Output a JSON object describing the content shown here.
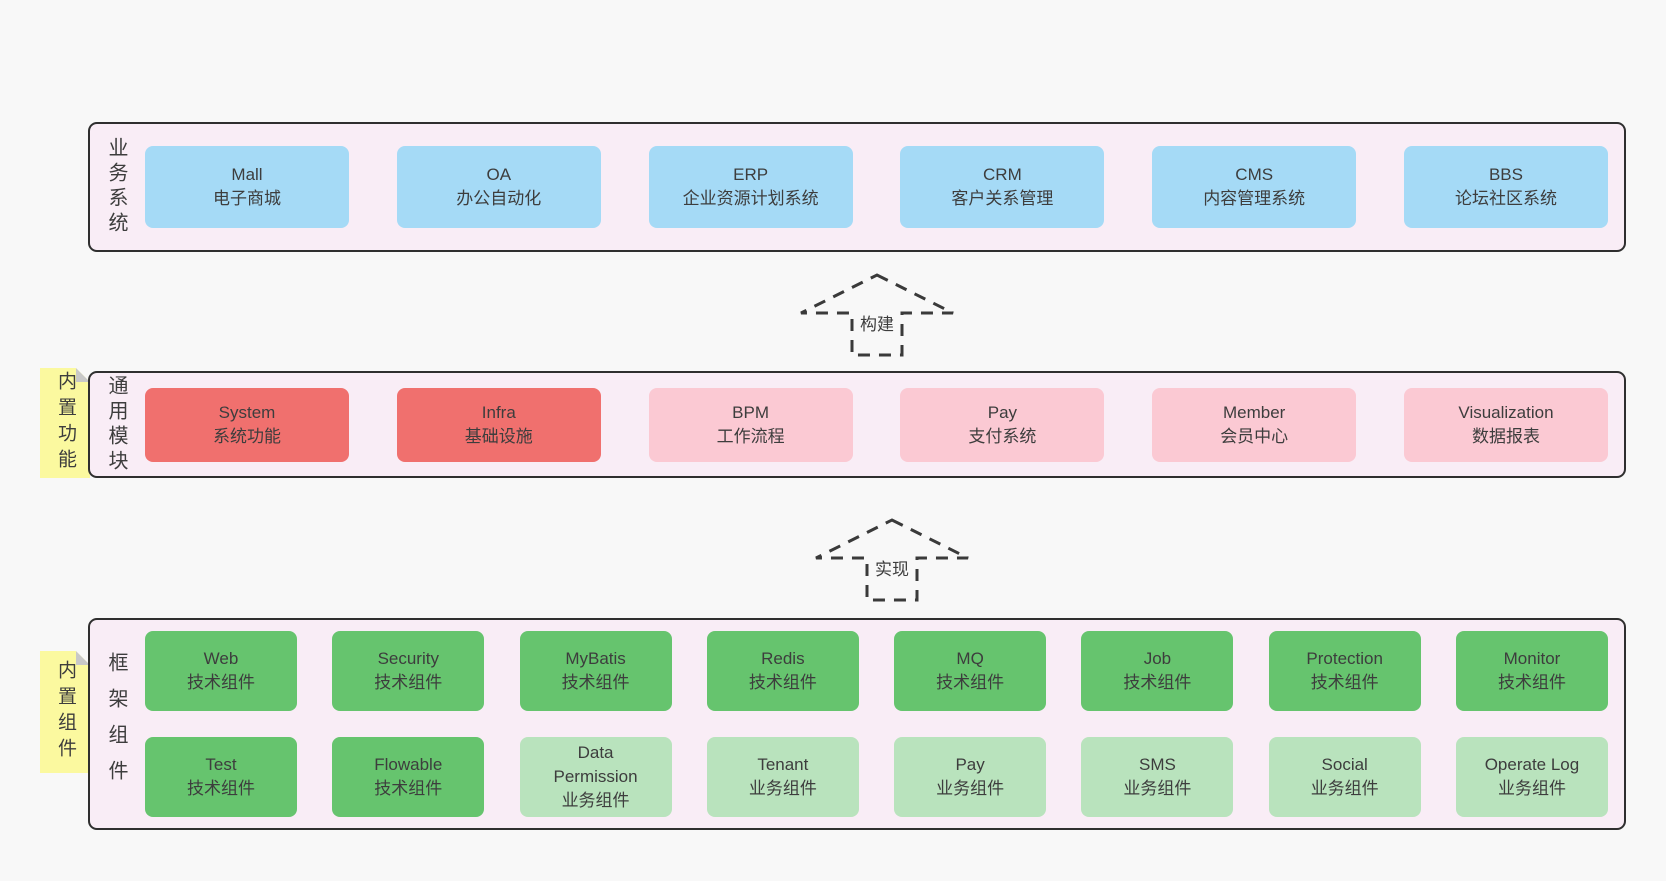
{
  "colors": {
    "page-bg": "#f8f8f8",
    "band-bg": "#f9edf6",
    "border": "#2f2f2f",
    "text": "#3d3d3d",
    "blue": "#a5daf6",
    "red": "#f0706e",
    "pink": "#fbc9d3",
    "green": "#66c46e",
    "green-light": "#b9e3bd",
    "sticky": "#fbf99f",
    "fold": "#c8c8c8"
  },
  "arrows": [
    {
      "label": "构建"
    },
    {
      "label": "实现"
    }
  ],
  "bands": [
    {
      "id": "business-systems",
      "label": "业务系统",
      "sticky": null,
      "rows": [
        [
          {
            "name": "Mall",
            "desc": "电子商城",
            "variant": "blue"
          },
          {
            "name": "OA",
            "desc": "办公自动化",
            "variant": "blue"
          },
          {
            "name": "ERP",
            "desc": "企业资源计划系统",
            "variant": "blue"
          },
          {
            "name": "CRM",
            "desc": "客户关系管理",
            "variant": "blue"
          },
          {
            "name": "CMS",
            "desc": "内容管理系统",
            "variant": "blue"
          },
          {
            "name": "BBS",
            "desc": "论坛社区系统",
            "variant": "blue"
          }
        ]
      ]
    },
    {
      "id": "common-modules",
      "label": "通用模块",
      "sticky": "内置功能",
      "rows": [
        [
          {
            "name": "System",
            "desc": "系统功能",
            "variant": "red"
          },
          {
            "name": "Infra",
            "desc": "基础设施",
            "variant": "red"
          },
          {
            "name": "BPM",
            "desc": "工作流程",
            "variant": "pink"
          },
          {
            "name": "Pay",
            "desc": "支付系统",
            "variant": "pink"
          },
          {
            "name": "Member",
            "desc": "会员中心",
            "variant": "pink"
          },
          {
            "name": "Visualization",
            "desc": "数据报表",
            "variant": "pink"
          }
        ]
      ]
    },
    {
      "id": "framework-components",
      "label": "框架组件",
      "sticky": "内置组件",
      "rows": [
        [
          {
            "name": "Web",
            "desc": "技术组件",
            "variant": "green"
          },
          {
            "name": "Security",
            "desc": "技术组件",
            "variant": "green"
          },
          {
            "name": "MyBatis",
            "desc": "技术组件",
            "variant": "green"
          },
          {
            "name": "Redis",
            "desc": "技术组件",
            "variant": "green"
          },
          {
            "name": "MQ",
            "desc": "技术组件",
            "variant": "green"
          },
          {
            "name": "Job",
            "desc": "技术组件",
            "variant": "green"
          },
          {
            "name": "Protection",
            "desc": "技术组件",
            "variant": "green"
          },
          {
            "name": "Monitor",
            "desc": "技术组件",
            "variant": "green"
          }
        ],
        [
          {
            "name": "Test",
            "desc": "技术组件",
            "variant": "green"
          },
          {
            "name": "Flowable",
            "desc": "技术组件",
            "variant": "green"
          },
          {
            "name": "Data Permission",
            "desc": "业务组件",
            "variant": "green-light"
          },
          {
            "name": "Tenant",
            "desc": "业务组件",
            "variant": "green-light"
          },
          {
            "name": "Pay",
            "desc": "业务组件",
            "variant": "green-light"
          },
          {
            "name": "SMS",
            "desc": "业务组件",
            "variant": "green-light"
          },
          {
            "name": "Social",
            "desc": "业务组件",
            "variant": "green-light"
          },
          {
            "name": "Operate Log",
            "desc": "业务组件",
            "variant": "green-light"
          }
        ]
      ]
    }
  ]
}
